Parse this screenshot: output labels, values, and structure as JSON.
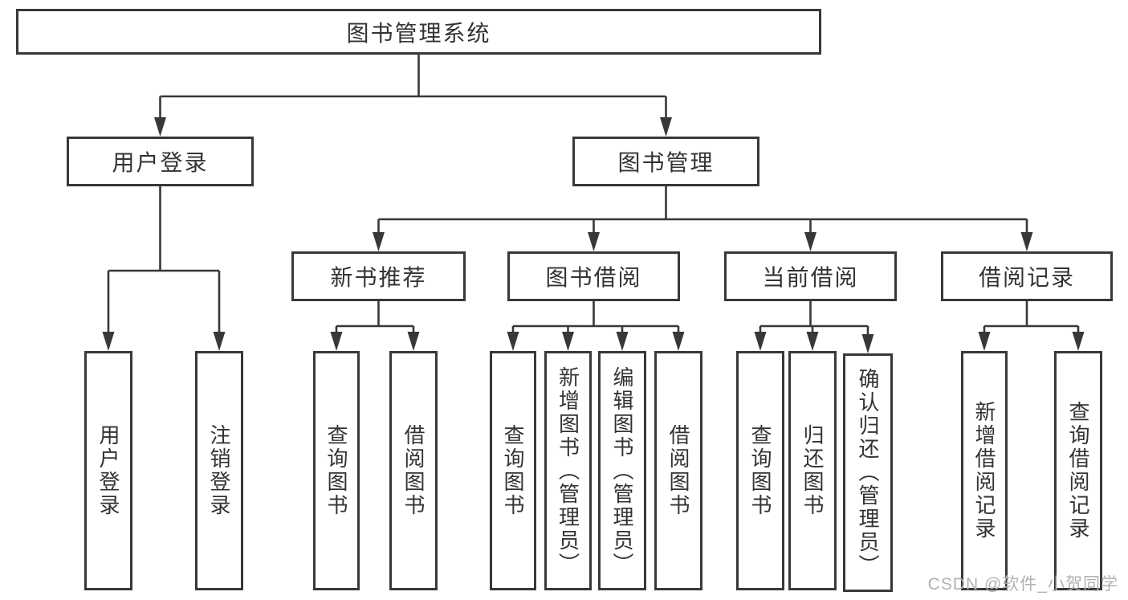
{
  "colors": {
    "line": "#383838",
    "border": "#383838",
    "text": "#333333",
    "background": "#ffffff",
    "watermark": "#b2b2b2"
  },
  "watermark": {
    "text": "CSDN @软件_小贺同学"
  },
  "tree": {
    "root": {
      "label": "图书管理系统"
    },
    "branches": [
      {
        "label": "用户登录",
        "children": [
          {
            "label": "用户登录"
          },
          {
            "label": "注销登录"
          }
        ]
      },
      {
        "label": "图书管理",
        "children": [
          {
            "label": "新书推荐",
            "children": [
              {
                "label": "查询图书"
              },
              {
                "label": "借阅图书"
              }
            ]
          },
          {
            "label": "图书借阅",
            "children": [
              {
                "label": "查询图书"
              },
              {
                "label": "新增图书（管理员）"
              },
              {
                "label": "编辑图书（管理员）"
              },
              {
                "label": "借阅图书"
              }
            ]
          },
          {
            "label": "当前借阅",
            "children": [
              {
                "label": "查询图书"
              },
              {
                "label": "归还图书"
              },
              {
                "label": "确认归还（管理员）"
              }
            ]
          },
          {
            "label": "借阅记录",
            "children": [
              {
                "label": "新增借阅记录"
              },
              {
                "label": "查询借阅记录"
              }
            ]
          }
        ]
      }
    ]
  }
}
